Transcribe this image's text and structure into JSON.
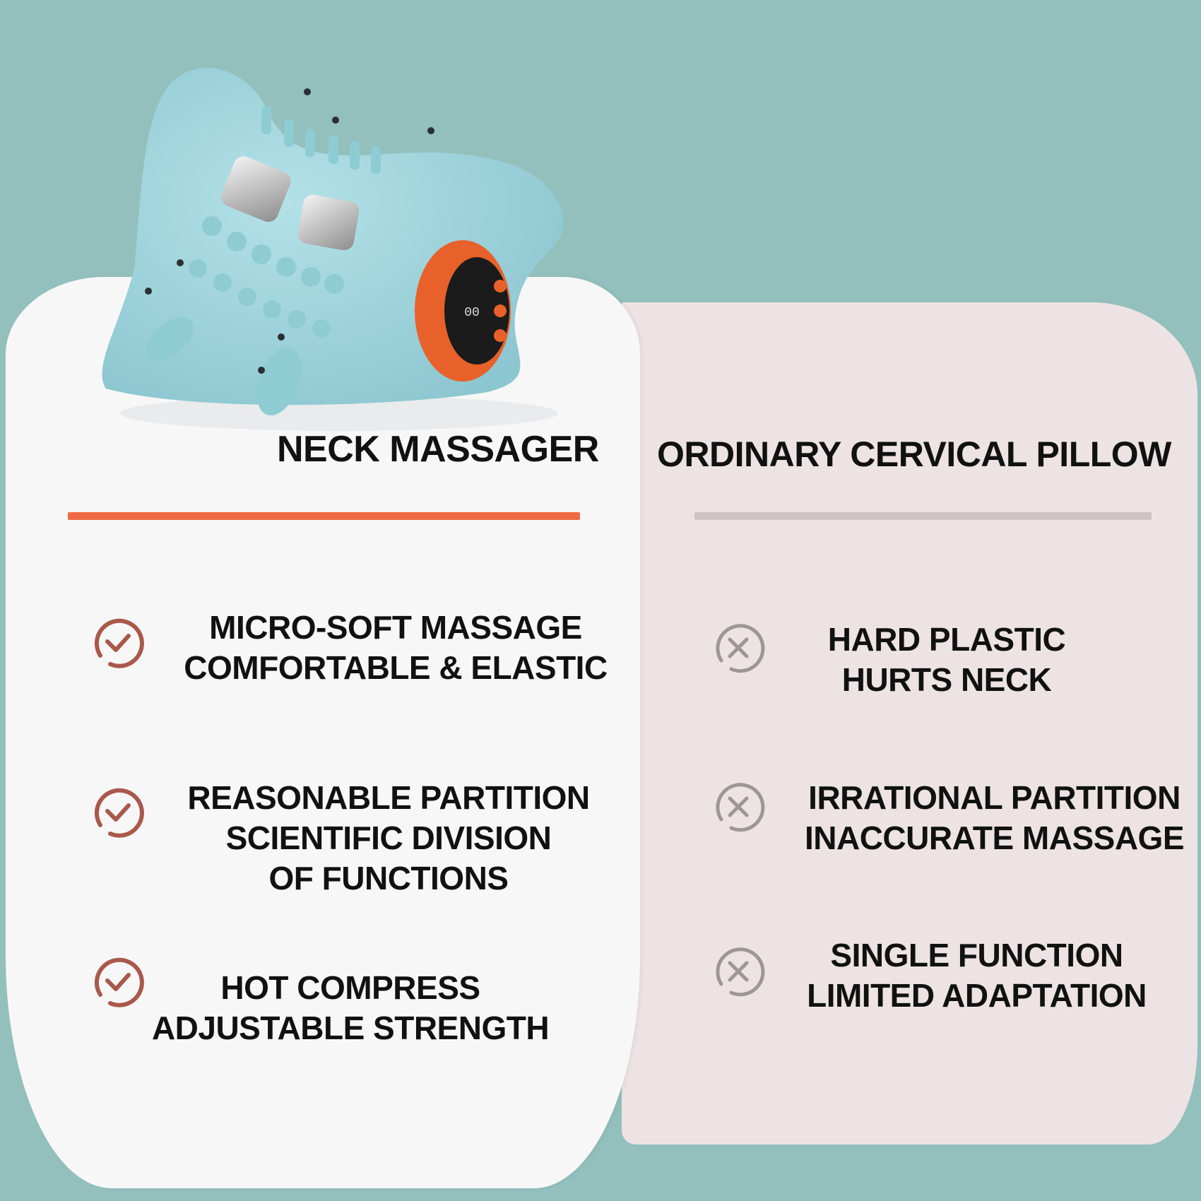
{
  "colors": {
    "background": "#93bfbc",
    "left_card": "#f8f7f8",
    "right_card": "#ede3e4",
    "accent_orange": "#ef6a44",
    "check_icon": "#a8594b",
    "cross_icon": "#9c9697",
    "product_body": "#a6d7df",
    "product_button": "#e8612a"
  },
  "product_image": {
    "icon": "neck-massager-device",
    "display_text": "00"
  },
  "left_column": {
    "title": "NECK MASSAGER",
    "items": [
      {
        "icon": "check-circle-icon",
        "lines": [
          "MICRO-SOFT MASSAGE",
          "COMFORTABLE & ELASTIC"
        ]
      },
      {
        "icon": "check-circle-icon",
        "lines": [
          "REASONABLE PARTITION",
          "SCIENTIFIC DIVISION",
          "OF FUNCTIONS"
        ]
      },
      {
        "icon": "check-circle-icon",
        "lines": [
          "HOT COMPRESS",
          "ADJUSTABLE STRENGTH"
        ]
      }
    ]
  },
  "right_column": {
    "title": "ORDINARY CERVICAL PILLOW",
    "items": [
      {
        "icon": "cross-circle-icon",
        "lines": [
          "HARD PLASTIC",
          "HURTS NECK"
        ]
      },
      {
        "icon": "cross-circle-icon",
        "lines": [
          "IRRATIONAL PARTITION",
          "INACCURATE MASSAGE"
        ]
      },
      {
        "icon": "cross-circle-icon",
        "lines": [
          "SINGLE FUNCTION",
          "LIMITED ADAPTATION"
        ]
      }
    ]
  }
}
